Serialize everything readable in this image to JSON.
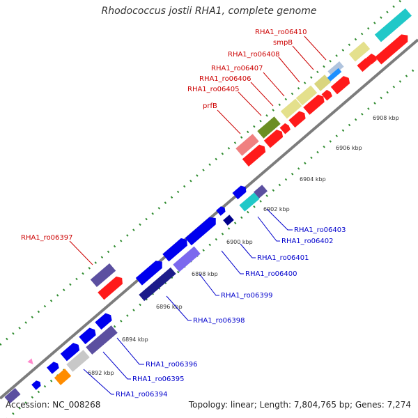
{
  "title": "Rhodococcus jostii RHA1, complete genome",
  "footer": {
    "accession": "Accession: NC_008268",
    "summary": "Topology: linear; Length: 7,804,765 bp; Genes: 7,274"
  },
  "ticks": [
    "6892 kbp",
    "6894 kbp",
    "6896 kbp",
    "6898 kbp",
    "6900 kbp",
    "6902 kbp",
    "6904 kbp",
    "6906 kbp",
    "6908 kbp"
  ],
  "colors": {
    "backbone": "#8a8a8a",
    "dots": "#2e8b2e",
    "forward_label": "#cc0000",
    "reverse_label": "#0000cc"
  },
  "labels_forward": [
    "RHA1_ro06410",
    "smpB",
    "RHA1_ro06408",
    "RHA1_ro06407",
    "RHA1_ro06406",
    "RHA1_ro06405",
    "prfB",
    "RHA1_ro06397"
  ],
  "labels_reverse": [
    "RHA1_ro06403",
    "RHA1_ro06402",
    "RHA1_ro06401",
    "RHA1_ro06400",
    "RHA1_ro06399",
    "RHA1_ro06398",
    "RHA1_ro06396",
    "RHA1_ro06395",
    "RHA1_ro06394"
  ]
}
